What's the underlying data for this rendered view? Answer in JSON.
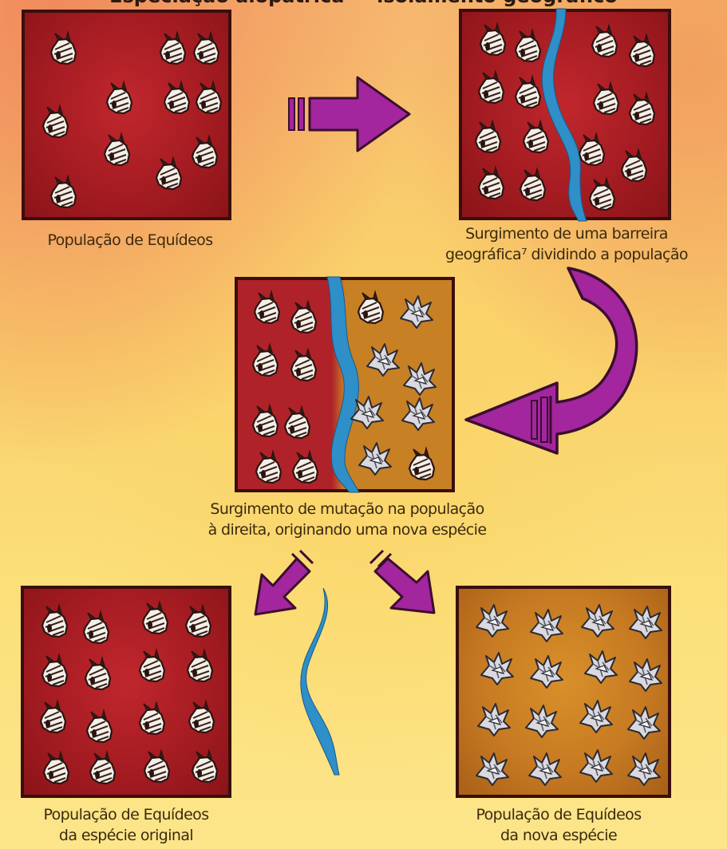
{
  "title_partial": "Especiação alopátrica — isolamento geográfico",
  "labels": {
    "pop_equideos": "População de  Equídeos",
    "barreira_l1": "Surgimento de uma barreira",
    "barreira_l2": "geográfica⁷ dividindo a população",
    "mutacao_l1": "Surgimento de mutação na população",
    "mutacao_l2": "à direita, originando uma nova espécie",
    "original_l1": "População de Equídeos",
    "original_l2": "da espécie original",
    "nova_l1": "População de Equídeos",
    "nova_l2": "da nova espécie"
  },
  "colors": {
    "arrow": "#a3269e",
    "river": "#2e8fc9",
    "panel_red": "#a51c22",
    "panel_orange": "#c77a22"
  }
}
